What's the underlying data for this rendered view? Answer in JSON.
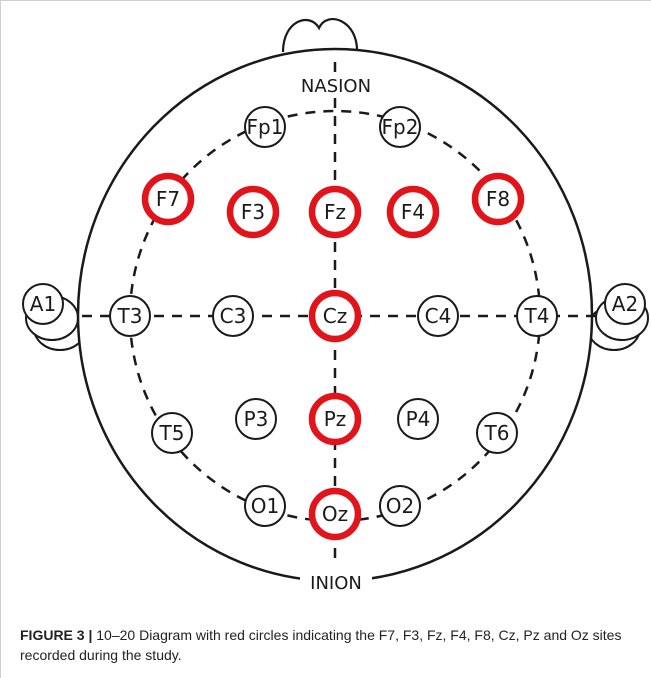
{
  "landmarks": {
    "top": "NASION",
    "bottom": "INION"
  },
  "electrodes": [
    {
      "id": "fp1",
      "label": "Fp1",
      "highlighted": false
    },
    {
      "id": "fp2",
      "label": "Fp2",
      "highlighted": false
    },
    {
      "id": "f7",
      "label": "F7",
      "highlighted": true
    },
    {
      "id": "f3",
      "label": "F3",
      "highlighted": true
    },
    {
      "id": "fz",
      "label": "Fz",
      "highlighted": true
    },
    {
      "id": "f4",
      "label": "F4",
      "highlighted": true
    },
    {
      "id": "f8",
      "label": "F8",
      "highlighted": true
    },
    {
      "id": "a1",
      "label": "A1",
      "highlighted": false
    },
    {
      "id": "t3",
      "label": "T3",
      "highlighted": false
    },
    {
      "id": "c3",
      "label": "C3",
      "highlighted": false
    },
    {
      "id": "cz",
      "label": "Cz",
      "highlighted": true
    },
    {
      "id": "c4",
      "label": "C4",
      "highlighted": false
    },
    {
      "id": "t4",
      "label": "T4",
      "highlighted": false
    },
    {
      "id": "a2",
      "label": "A2",
      "highlighted": false
    },
    {
      "id": "t5",
      "label": "T5",
      "highlighted": false
    },
    {
      "id": "p3",
      "label": "P3",
      "highlighted": false
    },
    {
      "id": "pz",
      "label": "Pz",
      "highlighted": true
    },
    {
      "id": "p4",
      "label": "P4",
      "highlighted": false
    },
    {
      "id": "t6",
      "label": "T6",
      "highlighted": false
    },
    {
      "id": "o1",
      "label": "O1",
      "highlighted": false
    },
    {
      "id": "oz",
      "label": "Oz",
      "highlighted": true
    },
    {
      "id": "o2",
      "label": "O2",
      "highlighted": false
    }
  ],
  "colors": {
    "highlight": "#e0141a",
    "line": "#1a1a1a",
    "background": "#ffffff"
  },
  "caption": {
    "figure_label": "FIGURE 3 |",
    "text": " 10–20 Diagram with red circles indicating the F7, F3, Fz, F4, F8, Cz, Pz and Oz sites recorded during the study."
  }
}
